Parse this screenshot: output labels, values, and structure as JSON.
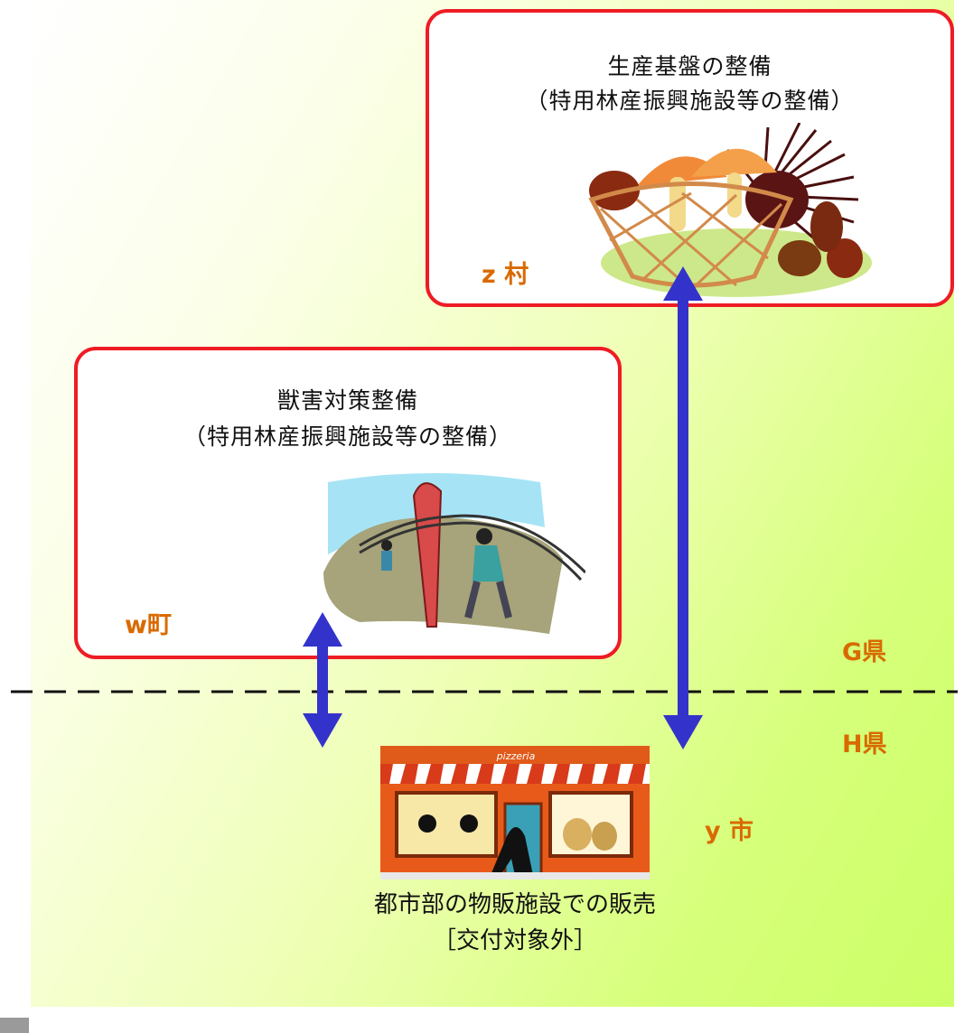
{
  "boxes": {
    "z": {
      "title_line1": "生産基盤の整備",
      "title_line2": "（特用林産振興施設等の整備）",
      "place": "z 村",
      "illustration": "basket-of-chestnuts-and-mushrooms"
    },
    "w": {
      "title_line1": "獣害対策整備",
      "title_line2": "（特用林産振興施設等の整備）",
      "place": "w町",
      "illustration": "workers-building-fence"
    }
  },
  "prefectures": {
    "upper": "G県",
    "lower": "H県"
  },
  "shop": {
    "sign": "pizzeria",
    "place": "y 市",
    "caption_line1": "都市部の物販施設での販売",
    "caption_line2": "［交付対象外］",
    "illustration": "storefront"
  },
  "colors": {
    "box_border": "#ee1c25",
    "place_text": "#d96a00",
    "arrow": "#3333cc",
    "divider": "#111111"
  }
}
